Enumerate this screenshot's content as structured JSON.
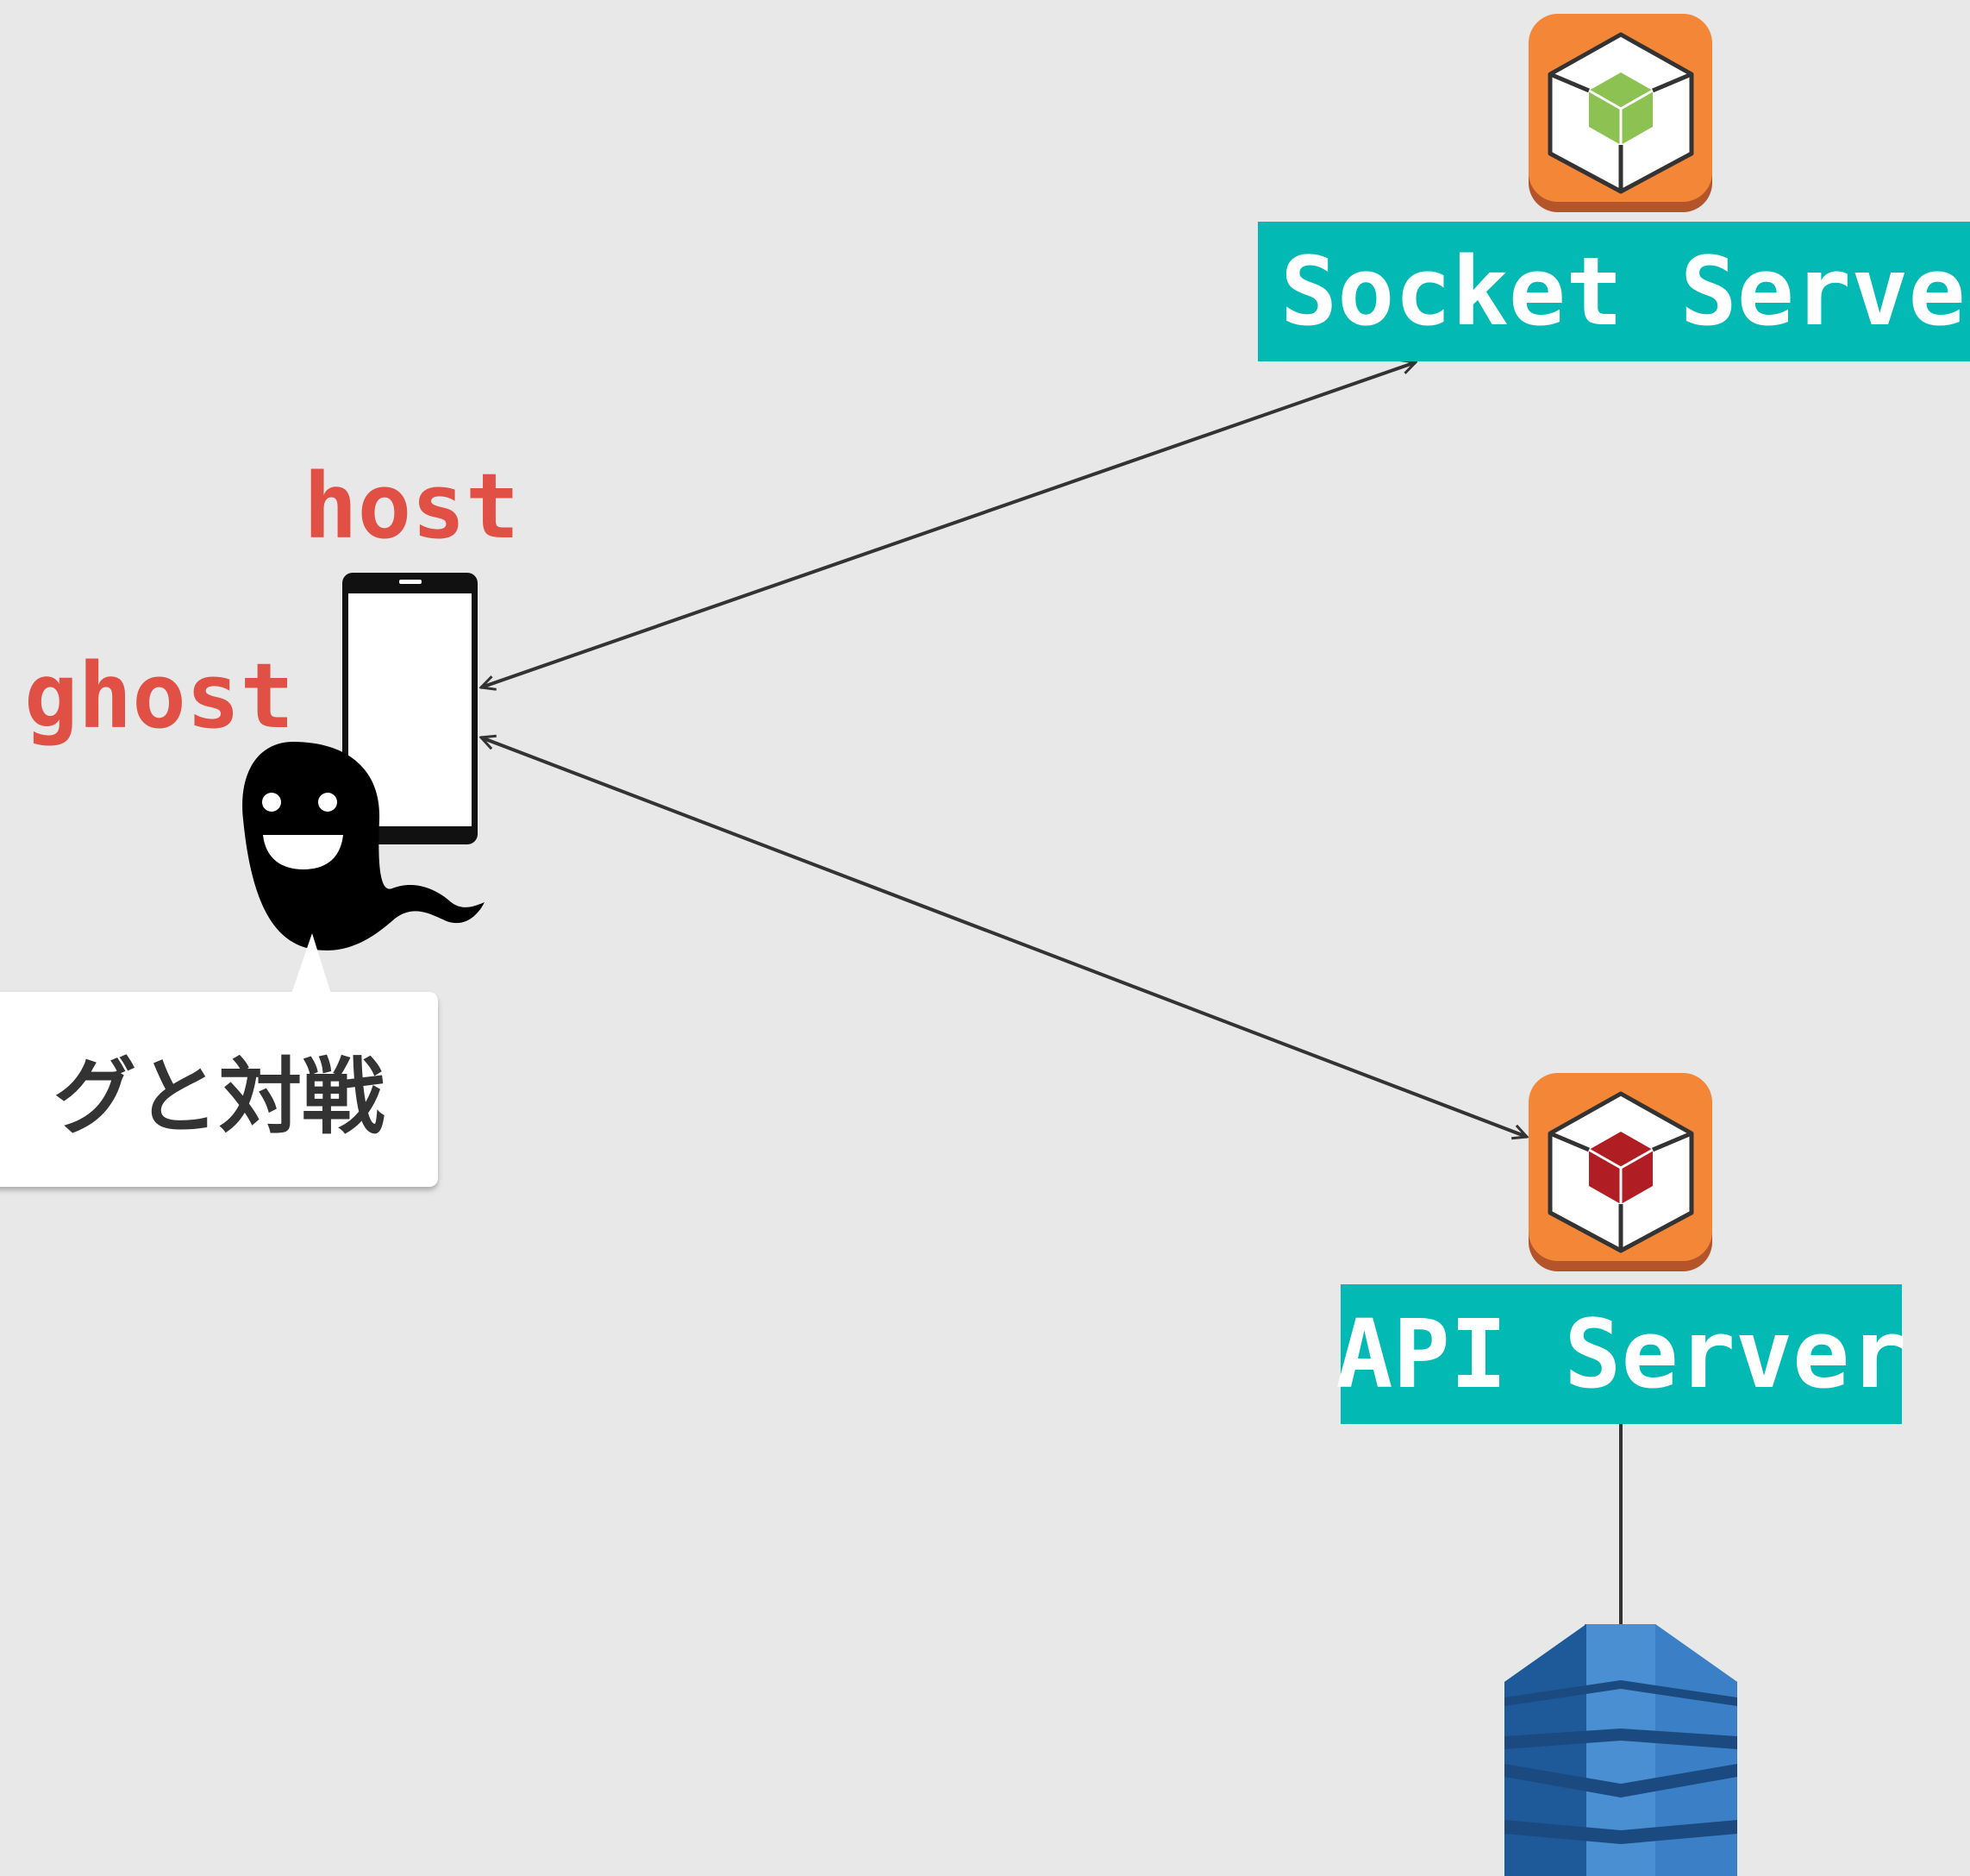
{
  "nodes": {
    "socket_server": {
      "label": "Socket Server",
      "icon": "aws-elastic-beanstalk-icon-green"
    },
    "api_server": {
      "label": "API Server",
      "icon": "aws-elastic-beanstalk-icon-red"
    },
    "database": {
      "icon": "aws-dynamodb-icon"
    },
    "client": {
      "icon": "smartphone-icon",
      "host_label": "host",
      "ghost_label": "ghost"
    }
  },
  "speech_bubble": {
    "text": "グと対戦"
  },
  "edges": [
    {
      "from": "client",
      "to": "socket_server",
      "type": "bidirectional-arrow"
    },
    {
      "from": "client",
      "to": "api_server",
      "type": "bidirectional-arrow"
    },
    {
      "from": "api_server",
      "to": "database",
      "type": "line"
    }
  ],
  "colors": {
    "background": "#e8e8e8",
    "label_box": "#03b9b4",
    "label_text": "#ffffff",
    "role_text": "#e05044",
    "icon_orange": "#f38637",
    "icon_orange_dark": "#b4542a",
    "cube_green": "#8cc252",
    "cube_red": "#b01e23",
    "dynamodb_blue": "#2d72b8"
  }
}
